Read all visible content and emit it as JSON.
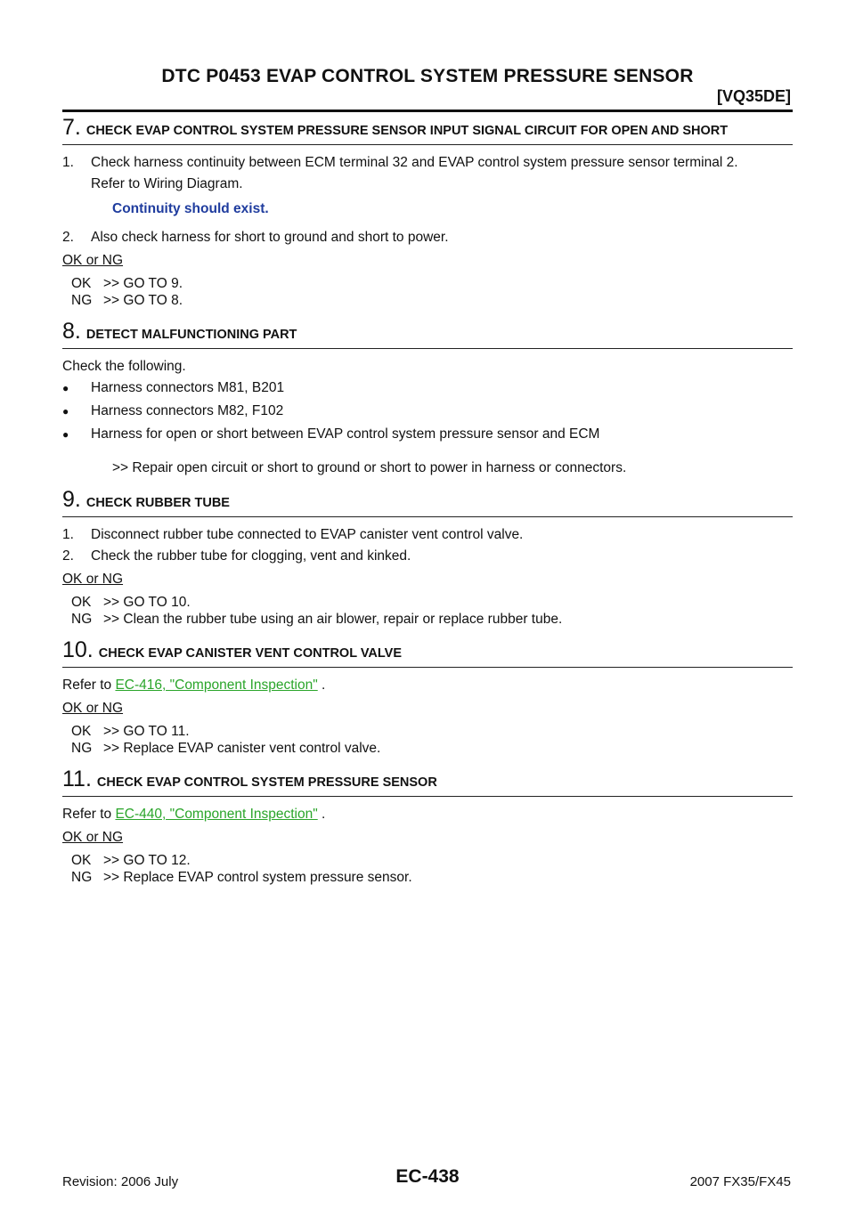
{
  "header": {
    "title": "DTC P0453 EVAP CONTROL SYSTEM PRESSURE SENSOR",
    "engine": "[VQ35DE]"
  },
  "steps": [
    {
      "num": "7.",
      "title": "CHECK EVAP CONTROL SYSTEM PRESSURE SENSOR INPUT SIGNAL CIRCUIT FOR OPEN AND SHORT",
      "item1_num": "1.",
      "item1_text": "Check harness continuity between ECM terminal 32 and EVAP control system pressure sensor terminal 2.",
      "item1_note": "Refer to Wiring Diagram.",
      "spec": "Continuity should exist.",
      "item2_num": "2.",
      "item2_text": "Also check harness for short to ground and short to power.",
      "okng": "OK or NG",
      "ok_code": "OK",
      "ok_text": ">> GO TO 9.",
      "ng_code": "NG",
      "ng_text": ">> GO TO 8."
    },
    {
      "num": "8.",
      "title": "DETECT MALFUNCTIONING PART",
      "intro": "Check the following.",
      "bullets": [
        "Harness connectors M81, B201",
        "Harness connectors M82, F102",
        "Harness for open or short between EVAP control system pressure sensor and ECM"
      ],
      "action": ">> Repair open circuit or short to ground or short to power in harness or connectors."
    },
    {
      "num": "9.",
      "title": "CHECK RUBBER TUBE",
      "item1_num": "1.",
      "item1_text": "Disconnect rubber tube connected to EVAP canister vent control valve.",
      "item2_num": "2.",
      "item2_text": "Check the rubber tube for clogging, vent and kinked.",
      "okng": "OK or NG",
      "ok_code": "OK",
      "ok_text": ">> GO TO 10.",
      "ng_code": "NG",
      "ng_text": ">> Clean the rubber tube using an air blower, repair or replace rubber tube."
    },
    {
      "num": "10.",
      "title": "CHECK EVAP CANISTER VENT CONTROL VALVE",
      "refer_prefix": "Refer to",
      "refer_link": "EC-416, \"Component Inspection\"",
      "refer_suffix": ".",
      "okng": "OK or NG",
      "ok_code": "OK",
      "ok_text": ">> GO TO 11.",
      "ng_code": "NG",
      "ng_text": ">> Replace EVAP canister vent control valve."
    },
    {
      "num": "11.",
      "title": "CHECK EVAP CONTROL SYSTEM PRESSURE SENSOR",
      "refer_prefix": "Refer to",
      "refer_link": "EC-440, \"Component Inspection\"",
      "refer_suffix": ".",
      "okng": "OK or NG",
      "ok_code": "OK",
      "ok_text": ">> GO TO 12.",
      "ng_code": "NG",
      "ng_text": ">> Replace EVAP control system pressure sensor."
    }
  ],
  "footer": {
    "revision": "Revision: 2006 July",
    "page": "EC-438",
    "model": "2007 FX35/FX45"
  },
  "colors": {
    "spec_text": "#1f3c9e",
    "link_text": "#2aa52a"
  }
}
